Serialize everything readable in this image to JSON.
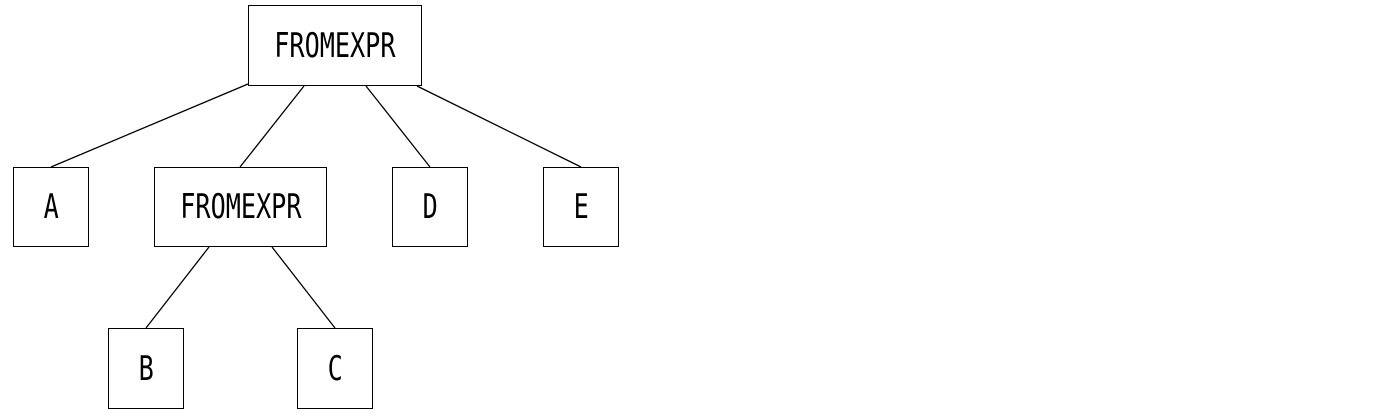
{
  "tree": {
    "root": {
      "label": "FROMEXPR"
    },
    "a": {
      "label": "A"
    },
    "fromexpr_child": {
      "label": "FROMEXPR"
    },
    "d": {
      "label": "D"
    },
    "e": {
      "label": "E"
    },
    "b": {
      "label": "B"
    },
    "c": {
      "label": "C"
    },
    "edges": [
      [
        "FROMEXPR (root)",
        "A"
      ],
      [
        "FROMEXPR (root)",
        "FROMEXPR"
      ],
      [
        "FROMEXPR (root)",
        "D"
      ],
      [
        "FROMEXPR (root)",
        "E"
      ],
      [
        "FROMEXPR",
        "B"
      ],
      [
        "FROMEXPR",
        "C"
      ]
    ]
  },
  "colors": {
    "stroke": "#000000",
    "background": "#ffffff"
  }
}
